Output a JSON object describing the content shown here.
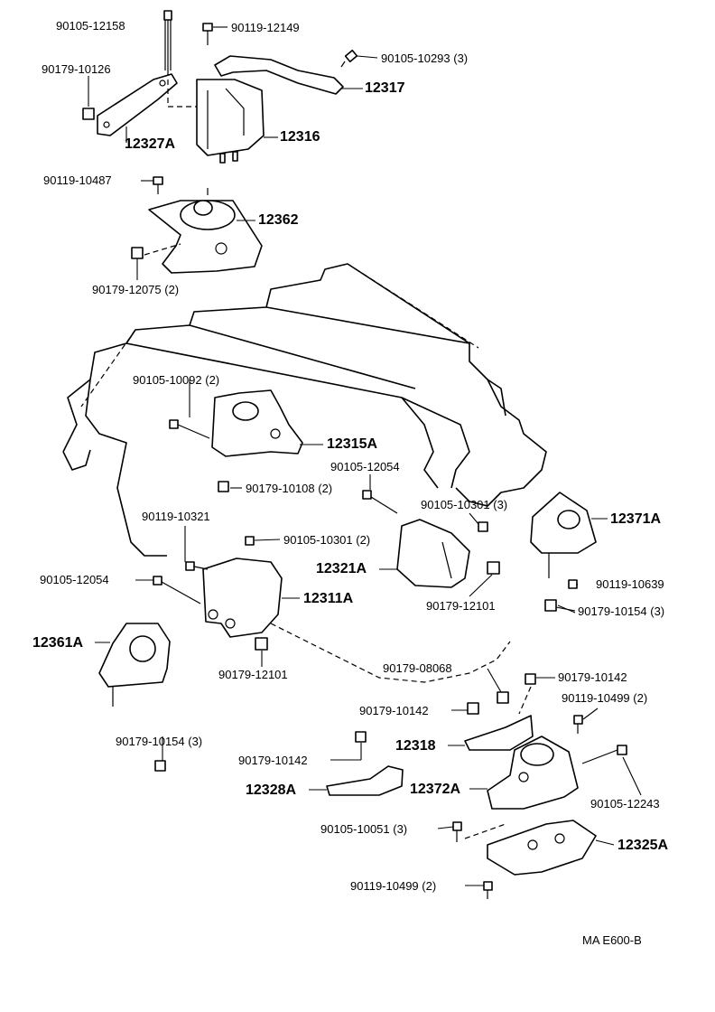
{
  "labels": {
    "p_90105_12158": "90105-12158",
    "p_90119_12149": "90119-12149",
    "p_90105_10293": "90105-10293 (3)",
    "p_90179_10126": "90179-10126",
    "p_12317": "12317",
    "p_12327A": "12327A",
    "p_12316": "12316",
    "p_90119_10487": "90119-10487",
    "p_12362": "12362",
    "p_90179_12075": "90179-12075 (2)",
    "p_90105_10092": "90105-10092 (2)",
    "p_12315A": "12315A",
    "p_90105_12054_a": "90105-12054",
    "p_90179_10108": "90179-10108 (2)",
    "p_90105_10301_a": "90105-10301 (3)",
    "p_12371A": "12371A",
    "p_90119_10321": "90119-10321",
    "p_90105_10301_b": "90105-10301 (2)",
    "p_12321A": "12321A",
    "p_90119_10639": "90119-10639",
    "p_90105_12054_b": "90105-12054",
    "p_12311A": "12311A",
    "p_90179_10154_a": "90179-10154 (3)",
    "p_90179_12101_a": "90179-12101",
    "p_12361A": "12361A",
    "p_90179_12101_b": "90179-12101",
    "p_90179_08068": "90179-08068",
    "p_90179_10142_a": "90179-10142",
    "p_90179_10142_b": "90179-10142",
    "p_90119_10499_a": "90119-10499 (2)",
    "p_90179_10154_b": "90179-10154 (3)",
    "p_12318": "12318",
    "p_90179_10142_c": "90179-10142",
    "p_12372A": "12372A",
    "p_12328A": "12328A",
    "p_90105_12243": "90105-12243",
    "p_90105_10051": "90105-10051 (3)",
    "p_12325A": "12325A",
    "p_90119_10499_b": "90119-10499 (2)",
    "footer_code": "MA E600-B"
  }
}
